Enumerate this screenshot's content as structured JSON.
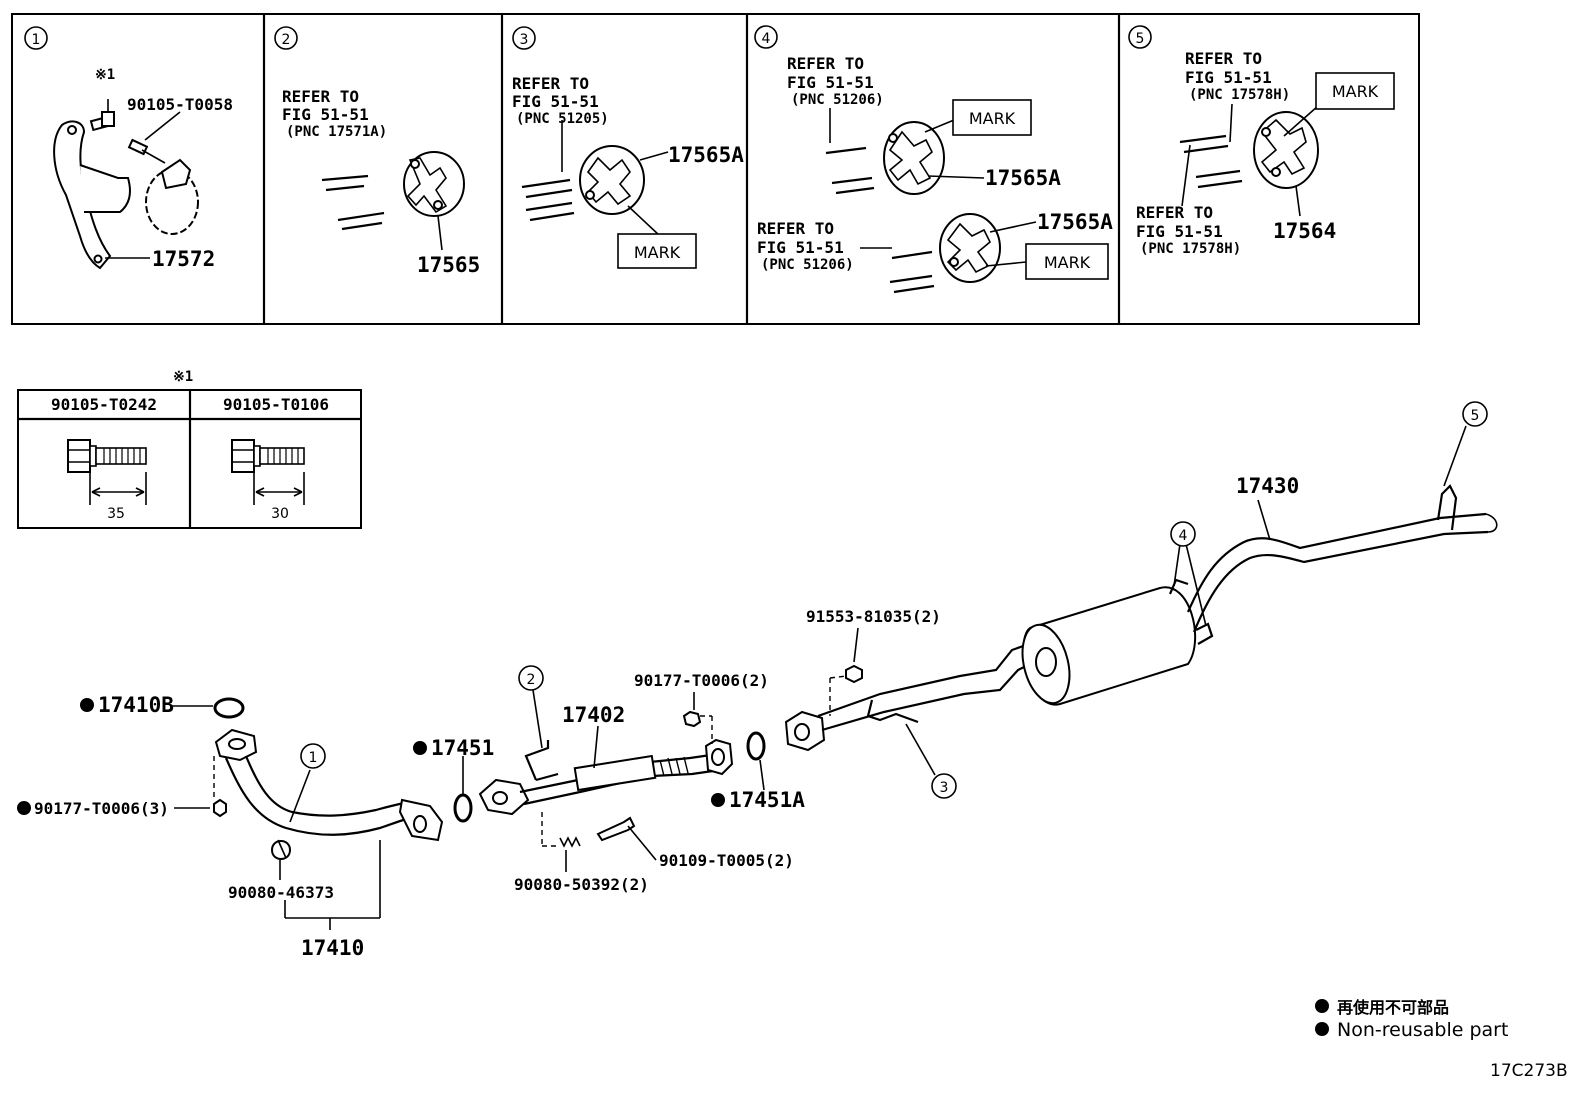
{
  "panels": [
    {
      "num": "1",
      "callout_ref": "※1",
      "bolt": "90105-T0058",
      "part": "17572"
    },
    {
      "num": "2",
      "refer": [
        "REFER TO",
        "FIG 51-51",
        "(PNC 17571A)"
      ],
      "part": "17565"
    },
    {
      "num": "3",
      "refer": [
        "REFER TO",
        "FIG 51-51",
        "(PNC 51205)"
      ],
      "part": "17565A",
      "mark": "MARK"
    },
    {
      "num": "4",
      "refer_a": [
        "REFER TO",
        "FIG 51-51",
        "(PNC 51206)"
      ],
      "refer_b": [
        "REFER TO",
        "FIG 51-51",
        "(PNC 51206)"
      ],
      "part_a": "17565A",
      "part_b": "17565A",
      "mark_a": "MARK",
      "mark_b": "MARK"
    },
    {
      "num": "5",
      "refer_a": [
        "REFER TO",
        "FIG 51-51",
        "(PNC 17578H)"
      ],
      "refer_b": [
        "REFER TO",
        "FIG 51-51",
        "(PNC 17578H)"
      ],
      "part": "17564",
      "mark": "MARK"
    }
  ],
  "bolt_table": {
    "ref": "※1",
    "columns": [
      {
        "part": "90105-T0242",
        "length": "35"
      },
      {
        "part": "90105-T0106",
        "length": "30"
      }
    ]
  },
  "parts": {
    "p17410B": "17410B",
    "p90177_3": "90177-T0006(3)",
    "p90080_46373": "90080-46373",
    "p17410": "17410",
    "p17451": "17451",
    "p17402": "17402",
    "p90177_2": "90177-T0006(2)",
    "p17451A": "17451A",
    "p90080_50392": "90080-50392(2)",
    "p90109": "90109-T0005(2)",
    "p91553": "91553-81035(2)",
    "p17430": "17430"
  },
  "callouts": {
    "c1": "1",
    "c2": "2",
    "c3": "3",
    "c4": "4",
    "c5": "5"
  },
  "legend": {
    "jp": "再使用不可部品",
    "en": "Non-reusable part"
  },
  "figure_code": "17C273B"
}
